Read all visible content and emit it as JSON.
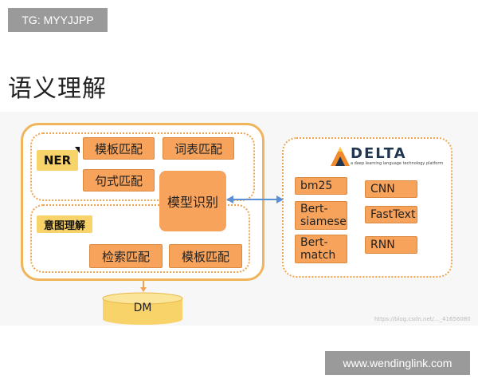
{
  "watermarks": {
    "top": "TG: MYYJJPP",
    "bottom": "www.wendinglink.com",
    "faint": "https://blog.csdn.net/..._41656080"
  },
  "heading": "语义理解",
  "left": {
    "ner_label": "NER",
    "intent_label": "意图理解",
    "model_recognition": "模型识别",
    "boxes": {
      "template_match_1": "模板匹配",
      "lexicon_match": "词表匹配",
      "sentence_match": "句式匹配",
      "retrieval_match": "检索匹配",
      "template_match_2": "模板匹配"
    }
  },
  "right": {
    "logo_text": "DELTA",
    "logo_sub": "a deep learning language technology platform",
    "models_left": [
      "bm25",
      "Bert-siamese",
      "Bert-match"
    ],
    "models_right": [
      "CNN",
      "FastText",
      "RNN"
    ]
  },
  "database": "DM",
  "colors": {
    "orange_box": "#f7a35c",
    "yellow_label": "#f7d36a",
    "dotted_border": "#f0a450",
    "arrow_blue": "#5b8fd6"
  }
}
